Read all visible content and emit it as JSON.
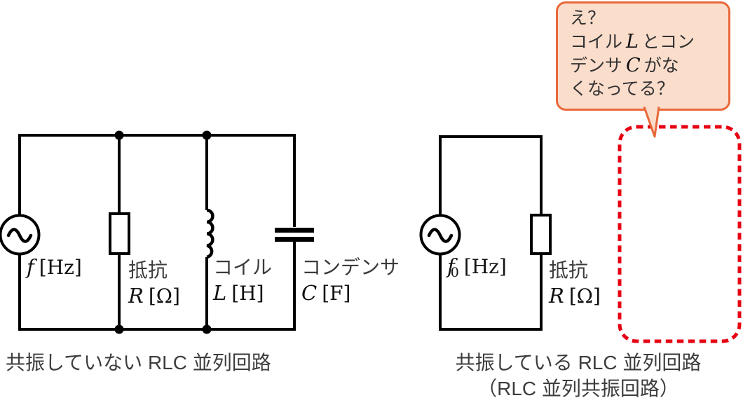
{
  "colors": {
    "wire": "#000000",
    "japanese_text": "#3b3b3b",
    "math_text": "#111111",
    "missing_box_red": "#e60012",
    "bubble_fill": "#fbddcc",
    "bubble_border": "#e8683a"
  },
  "speech_bubble": {
    "line1": "え？",
    "line2": {
      "pre": "コイル",
      "math": "L",
      "post": "とコン"
    },
    "line3": {
      "pre": "デンサ",
      "math": "C",
      "post": "がな"
    },
    "line4": "くなってる？"
  },
  "left_circuit": {
    "source_symbol": "f",
    "source_unit": "[Hz]",
    "resistor_name": "抵抗",
    "resistor_symbol": "R",
    "resistor_unit": "[Ω]",
    "coil_name": "コイル",
    "coil_symbol": "L",
    "coil_unit": "[H]",
    "capacitor_name": "コンデンサ",
    "capacitor_symbol": "C",
    "capacitor_unit": "[F]",
    "caption": "共振していない RLC 並列回路"
  },
  "right_circuit": {
    "source_symbol": "f",
    "source_subscript": "0",
    "source_unit": "[Hz]",
    "resistor_name": "抵抗",
    "resistor_symbol": "R",
    "resistor_unit": "[Ω]",
    "caption_line1": "共振している RLC 並列回路",
    "caption_line2": "（RLC 並列共振回路）"
  }
}
